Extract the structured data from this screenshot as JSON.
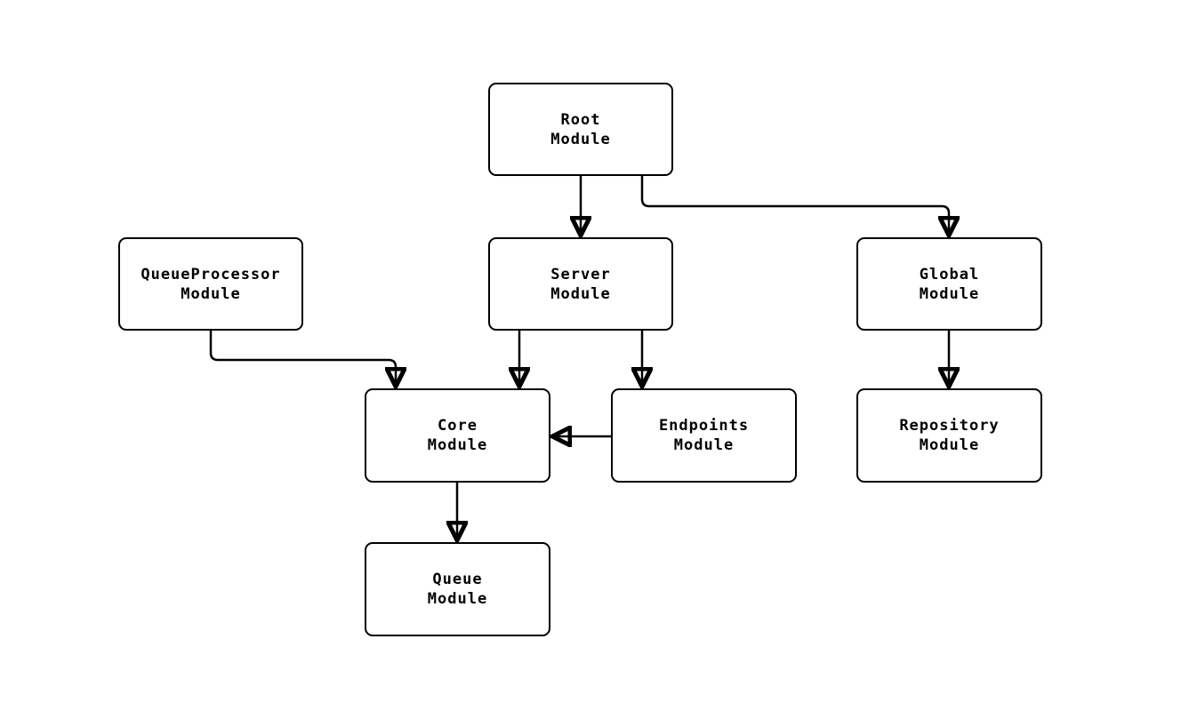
{
  "diagram": {
    "type": "module-dependency-flowchart",
    "background_color": "#ffffff",
    "node_fill": "#ffffff",
    "node_border_color": "#000000",
    "edge_color": "#000000",
    "text_color": "#000000",
    "nodes": [
      {
        "id": "root",
        "lines": [
          "Root",
          "Module"
        ]
      },
      {
        "id": "queueprocessor",
        "lines": [
          "QueueProcessor",
          "Module"
        ]
      },
      {
        "id": "server",
        "lines": [
          "Server",
          "Module"
        ]
      },
      {
        "id": "global",
        "lines": [
          "Global",
          "Module"
        ]
      },
      {
        "id": "core",
        "lines": [
          "Core",
          "Module"
        ]
      },
      {
        "id": "endpoints",
        "lines": [
          "Endpoints",
          "Module"
        ]
      },
      {
        "id": "repository",
        "lines": [
          "Repository",
          "Module"
        ]
      },
      {
        "id": "queue",
        "lines": [
          "Queue",
          "Module"
        ]
      }
    ],
    "edges": [
      {
        "from": "Root Module",
        "to": "Server Module"
      },
      {
        "from": "Root Module",
        "to": "Global Module"
      },
      {
        "from": "QueueProcessor Module",
        "to": "Core Module"
      },
      {
        "from": "Server Module",
        "to": "Core Module"
      },
      {
        "from": "Server Module",
        "to": "Endpoints Module"
      },
      {
        "from": "Global Module",
        "to": "Repository Module"
      },
      {
        "from": "Endpoints Module",
        "to": "Core Module"
      },
      {
        "from": "Core Module",
        "to": "Queue Module"
      }
    ]
  }
}
